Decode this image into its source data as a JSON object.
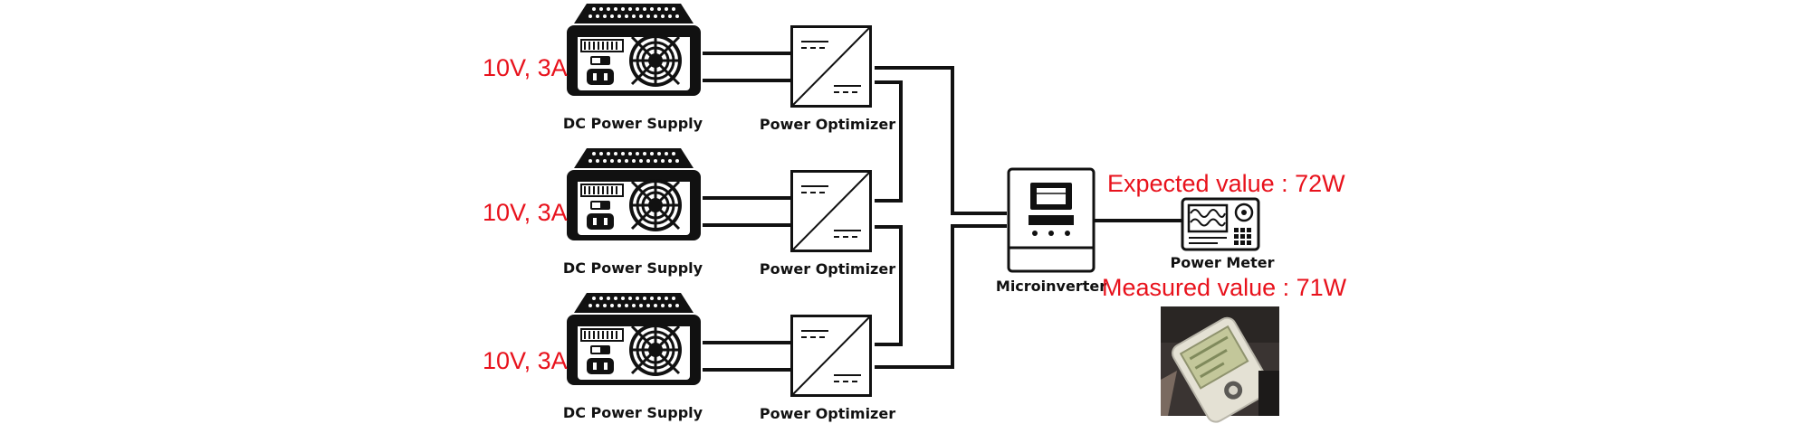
{
  "colors": {
    "ink": "#111111",
    "accent": "#e8121c",
    "panel": "#ffffff",
    "photo_bg": "#3a3432"
  },
  "supplies": [
    {
      "input_label": "10V, 3A",
      "caption": "DC Power Supply"
    },
    {
      "input_label": "10V, 3A",
      "caption": "DC Power Supply"
    },
    {
      "input_label": "10V, 3A",
      "caption": "DC Power Supply"
    }
  ],
  "optimizers": [
    {
      "caption": "Power Optimizer"
    },
    {
      "caption": "Power Optimizer"
    },
    {
      "caption": "Power Optimizer"
    }
  ],
  "microinverter": {
    "caption": "Microinverter"
  },
  "power_meter": {
    "caption": "Power Meter",
    "expected": "Expected value : 72W",
    "measured": "Measured value : 71W"
  },
  "icons": {
    "supply": "dc-power-supply-icon",
    "optimizer": "dc-dc-converter-icon",
    "inverter": "microinverter-icon",
    "meter": "power-meter-icon",
    "photo": "measurement-photo"
  }
}
